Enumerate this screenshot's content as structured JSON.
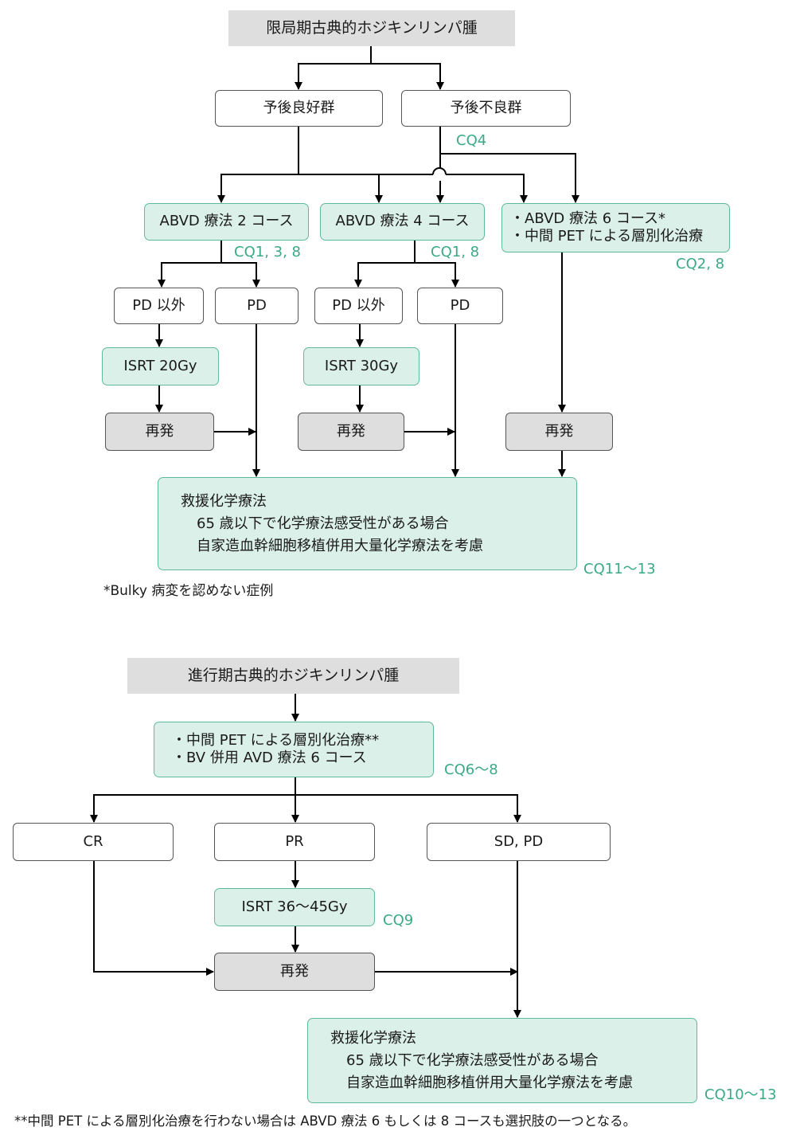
{
  "localized": {
    "title": "限局期古典的ホジキンリンパ腫",
    "favorable": "予後良好群",
    "unfavorable": "予後不良群",
    "cq_unfavorable": "CQ4",
    "abvd2": "ABVD 療法 2 コース",
    "cq_abvd2": "CQ1, 3, 8",
    "abvd4": "ABVD 療法 4 コース",
    "cq_abvd4": "CQ1, 8",
    "abvd6_lines": [
      "・ABVD 療法 6 コース*",
      "・中間 PET による層別化治療"
    ],
    "cq_abvd6": "CQ2, 8",
    "non_pd_1": "PD 以外",
    "pd_1": "PD",
    "non_pd_2": "PD 以外",
    "pd_2": "PD",
    "isrt_20": "ISRT 20Gy",
    "isrt_30": "ISRT 30Gy",
    "relapse_1": "再発",
    "relapse_2": "再発",
    "relapse_3": "再発",
    "salvage_lines": [
      "救援化学療法",
      "65 歳以下で化学療法感受性がある場合",
      "自家造血幹細胞移植併用大量化学療法を考慮"
    ],
    "cq_salvage": "CQ11〜13",
    "footnote": "*Bulky 病変を認めない症例"
  },
  "advanced": {
    "title": "進行期古典的ホジキンリンパ腫",
    "initial_lines": [
      "・中間 PET による層別化治療**",
      "・BV 併用 AVD 療法 6 コース"
    ],
    "cq_initial": "CQ6〜8",
    "cr": "CR",
    "pr": "PR",
    "sd_pd": "SD, PD",
    "isrt": "ISRT 36〜45Gy",
    "cq_isrt": "CQ9",
    "relapse": "再発",
    "salvage_lines": [
      "救援化学療法",
      "65 歳以下で化学療法感受性がある場合",
      "自家造血幹細胞移植併用大量化学療法を考慮"
    ],
    "cq_salvage": "CQ10〜13",
    "footnote": "**中間 PET による層別化治療を行わない場合は ABVD 療法 6 もしくは 8 コースも選択肢の一つとなる。"
  },
  "colors": {
    "cq_text": "#3aa985",
    "green_fill": "#dcf0ea",
    "green_border": "#5fba9b",
    "gray_fill": "#dedede"
  }
}
